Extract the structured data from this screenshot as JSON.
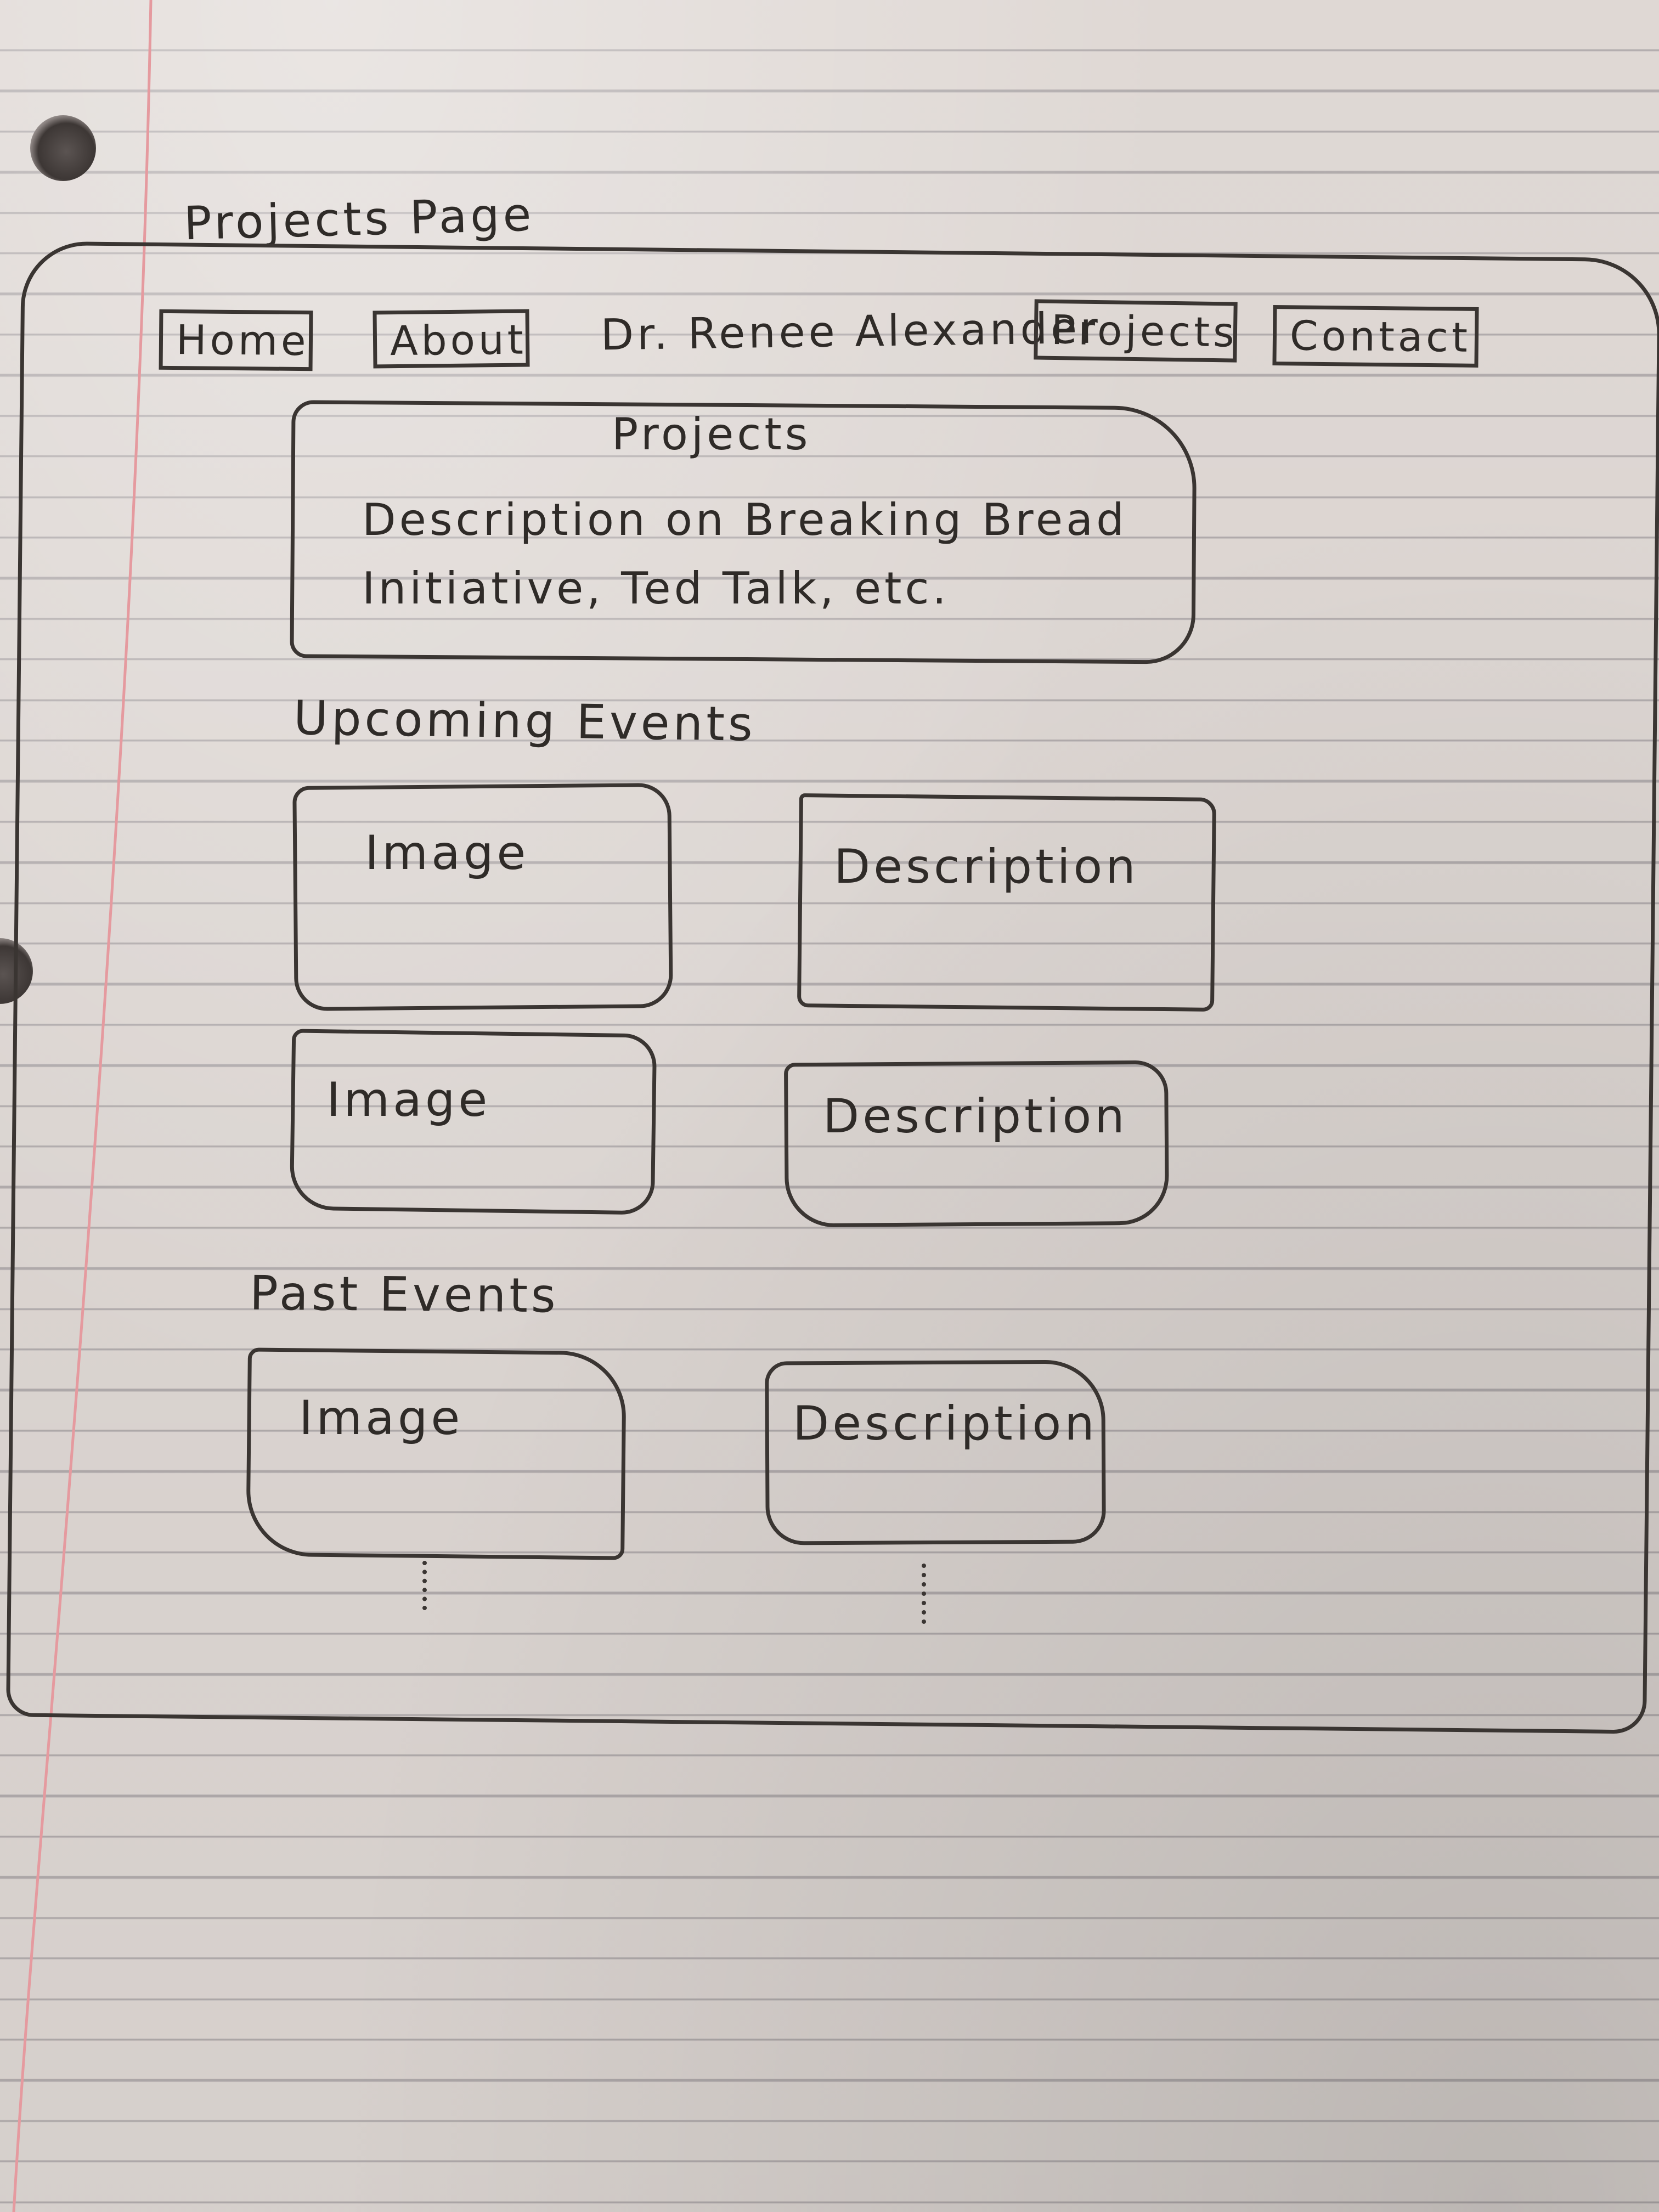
{
  "sketch": {
    "page_title": "Projects Page"
  },
  "nav": {
    "home": "Home",
    "about": "About",
    "brand": "Dr. Renee Alexander",
    "projects": "Projects",
    "contact": "Contact"
  },
  "intro": {
    "title": "Projects",
    "description": "Description on Breaking Bread Initiative, Ted Talk, etc."
  },
  "upcoming": {
    "title": "Upcoming Events",
    "items": [
      {
        "image": "Image",
        "description": "Description"
      },
      {
        "image": "Image",
        "description": "Description"
      }
    ]
  },
  "past": {
    "title": "Past Events",
    "items": [
      {
        "image": "Image",
        "description": "Description"
      }
    ]
  }
}
